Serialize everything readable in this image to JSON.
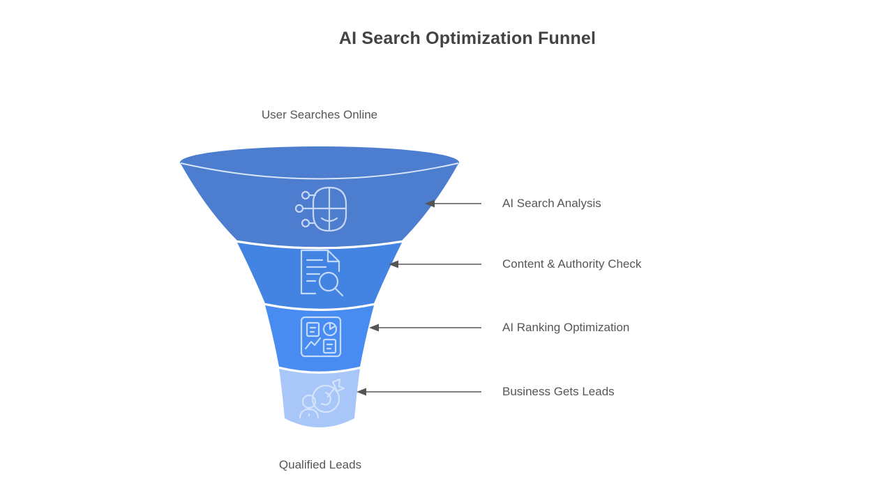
{
  "title": "AI Search Optimization Funnel",
  "funnel": {
    "top_label": "User Searches Online",
    "bottom_label": "Qualified Leads",
    "stages": [
      {
        "label": "AI Search Analysis",
        "icon": "ai-head-circuit-icon",
        "color": "#4C7DCF"
      },
      {
        "label": "Content & Authority Check",
        "icon": "document-search-icon",
        "color": "#4384E2"
      },
      {
        "label": "AI Ranking Optimization",
        "icon": "dashboard-chart-icon",
        "color": "#488CF2"
      },
      {
        "label": "Business Gets Leads",
        "icon": "lead-target-icon",
        "color": "#A8C6F7"
      }
    ]
  },
  "colors": {
    "title_text": "#434343",
    "label_text": "#54565A",
    "arrow": "#555555",
    "separator_line": "#FFFFFF",
    "rim_highlight": "#E9F1FD",
    "icon_stroke": "#DCE9FB",
    "background": "#FFFFFF"
  }
}
